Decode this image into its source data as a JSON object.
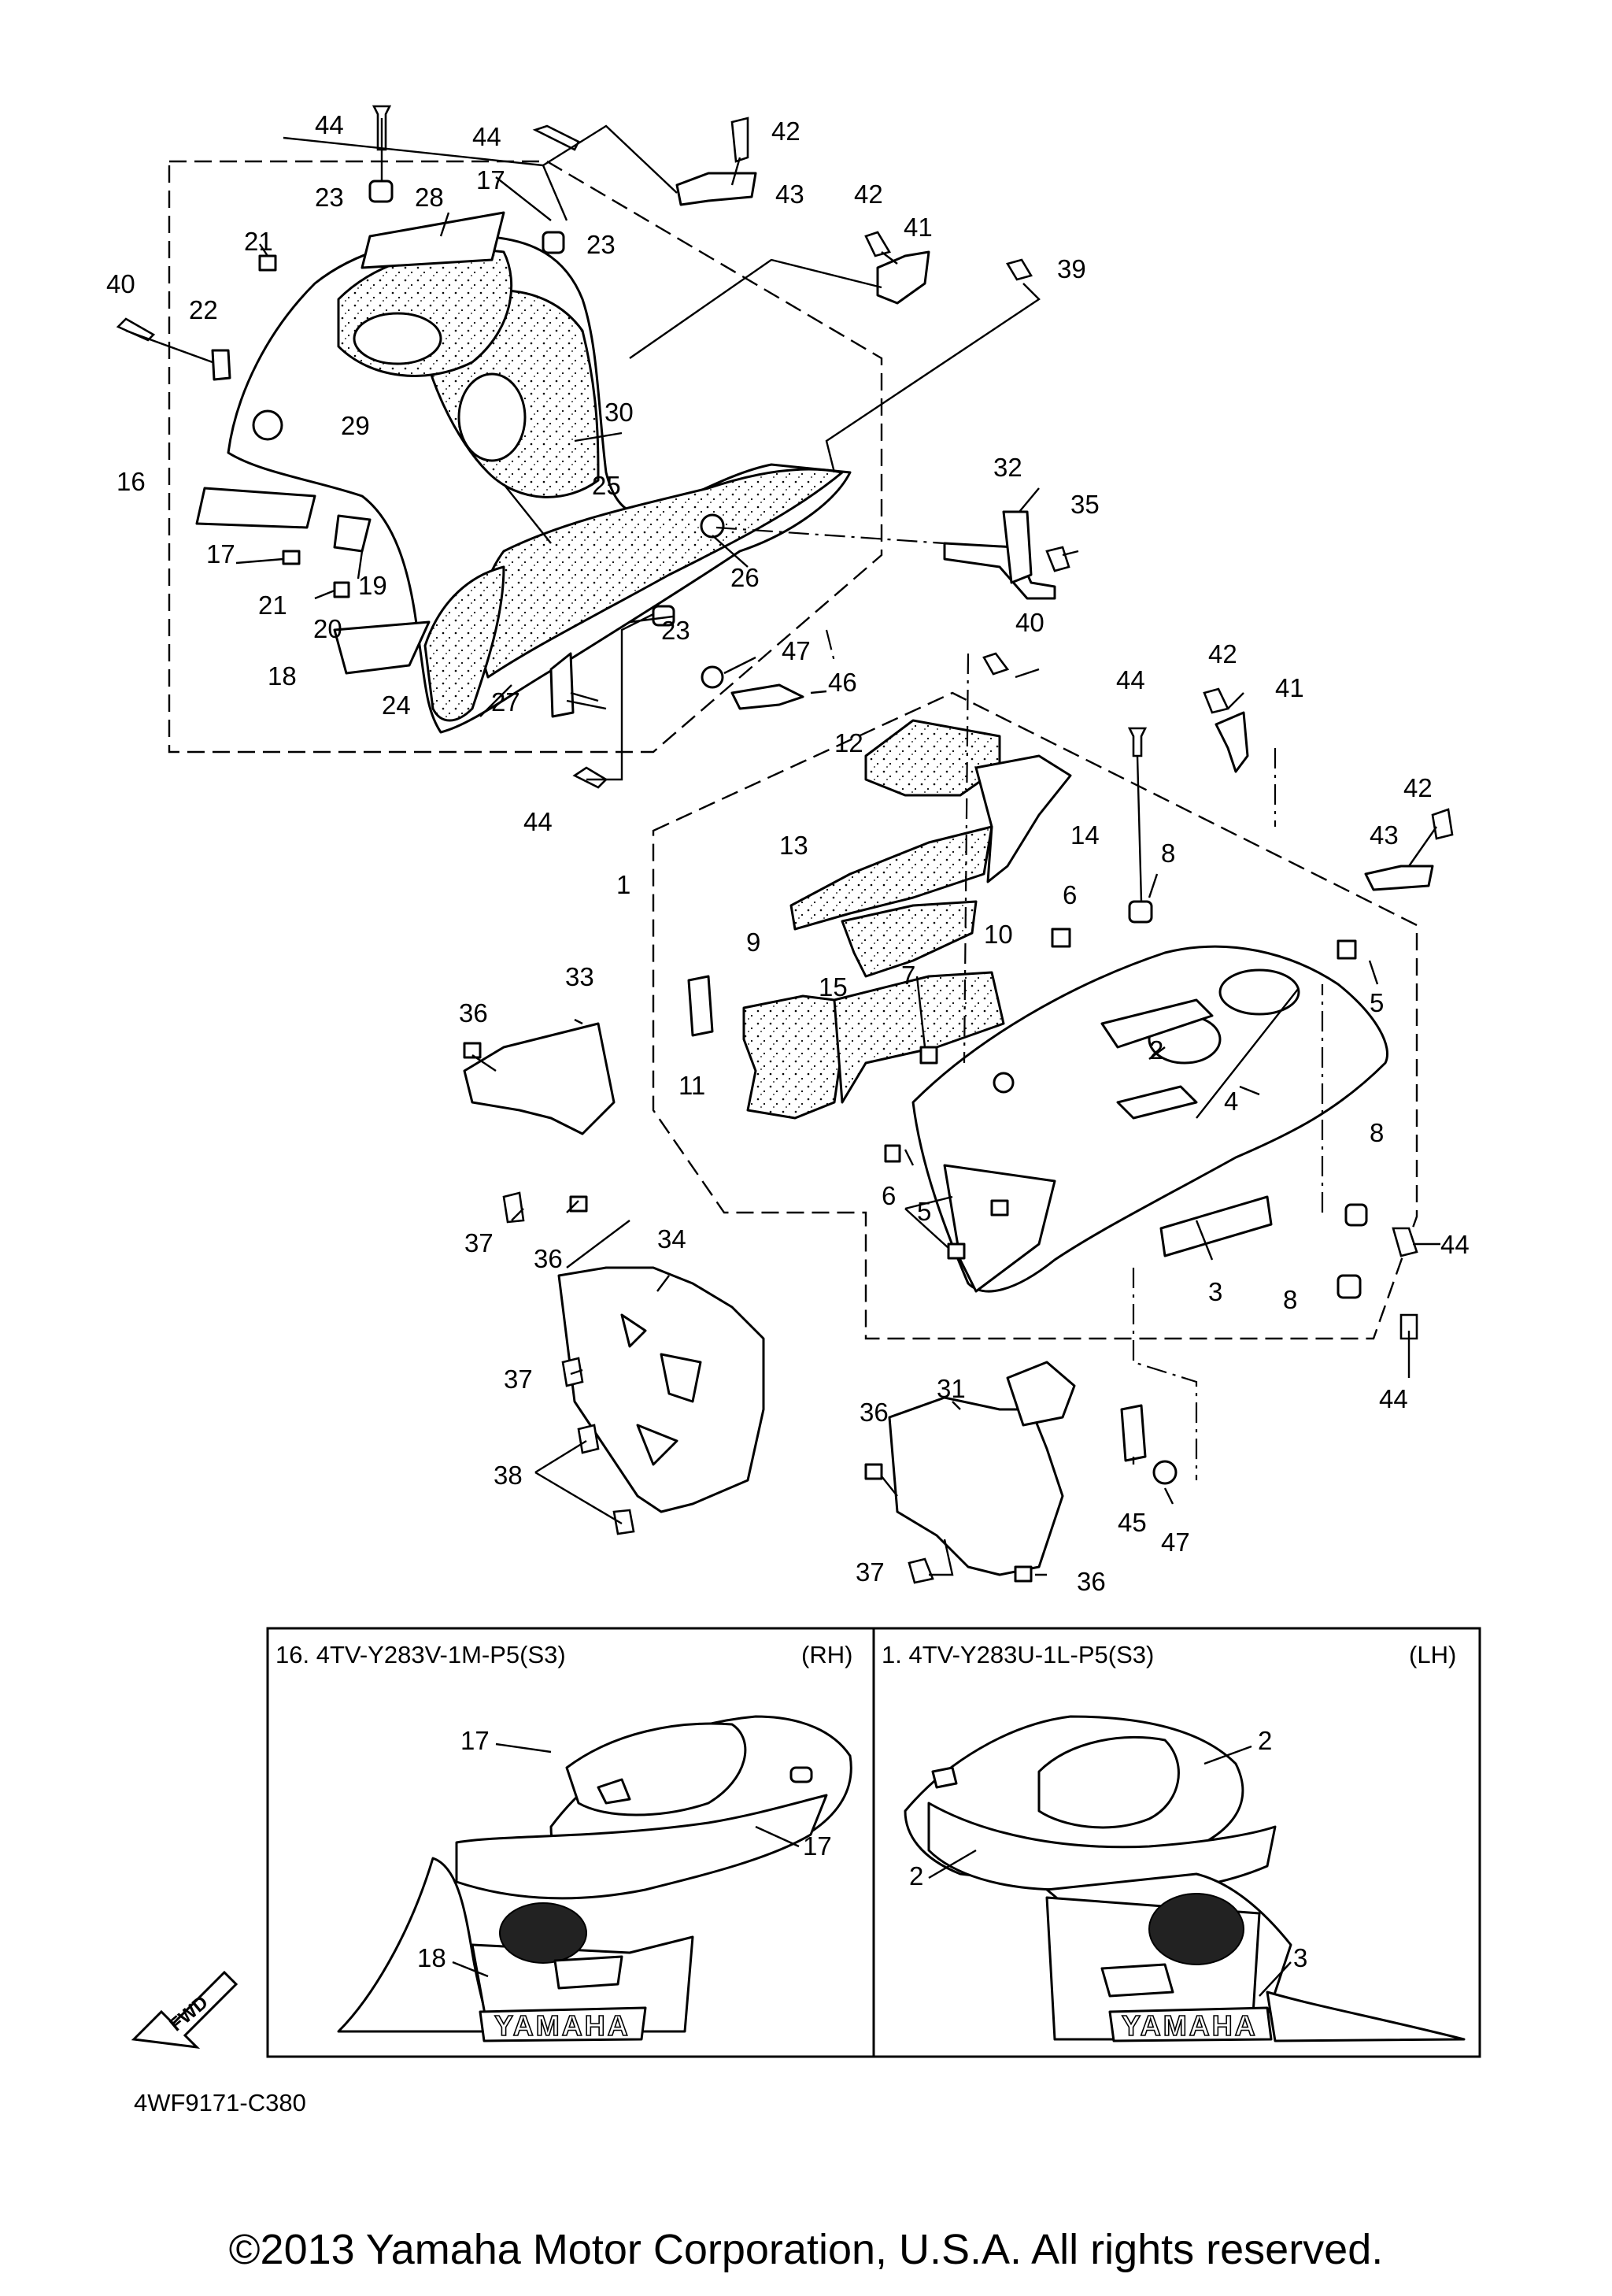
{
  "diagram_code": "4WF9171-C380",
  "copyright": "©2013 Yamaha Motor Corporation, U.S.A. All rights reserved.",
  "fwd_label": "FWD",
  "brand_text": "YAMAHA",
  "callouts": {
    "c1": "1",
    "c2": "2",
    "c3": "3",
    "c4": "4",
    "c5a": "5",
    "c5b": "5",
    "c6a": "6",
    "c6b": "6",
    "c7": "7",
    "c8a": "8",
    "c8b": "8",
    "c8c": "8",
    "c9": "9",
    "c10": "10",
    "c11": "11",
    "c12": "12",
    "c13": "13",
    "c14": "14",
    "c15": "15",
    "c16": "16",
    "c17a": "17",
    "c17b": "17",
    "c18": "18",
    "c19": "19",
    "c20": "20",
    "c21a": "21",
    "c21b": "21",
    "c22": "22",
    "c23a": "23",
    "c23b": "23",
    "c23c": "23",
    "c24": "24",
    "c25": "25",
    "c26": "26",
    "c27": "27",
    "c28": "28",
    "c29": "29",
    "c30": "30",
    "c31": "31",
    "c32": "32",
    "c33": "33",
    "c34": "34",
    "c35": "35",
    "c36a": "36",
    "c36b": "36",
    "c36c": "36",
    "c36d": "36",
    "c37a": "37",
    "c37b": "37",
    "c37c": "37",
    "c38": "38",
    "c39": "39",
    "c40a": "40",
    "c40b": "40",
    "c41a": "41",
    "c41b": "41",
    "c42a": "42",
    "c42b": "42",
    "c42c": "42",
    "c43a": "43",
    "c43b": "43",
    "c44a": "44",
    "c44b": "44",
    "c44c": "44",
    "c44d": "44",
    "c44e": "44",
    "c44f": "44",
    "c45": "45",
    "c46": "46",
    "c47a": "47",
    "c47b": "47"
  },
  "color_box": {
    "rh": {
      "title": "16. 4TV-Y283V-1M-P5(S3)",
      "side": "(RH)",
      "labels": {
        "a": "17",
        "b": "17",
        "c": "18"
      }
    },
    "lh": {
      "title": "1. 4TV-Y283U-1L-P5(S3)",
      "side": "(LH)",
      "labels": {
        "a": "2",
        "b": "2",
        "c": "3"
      }
    }
  }
}
